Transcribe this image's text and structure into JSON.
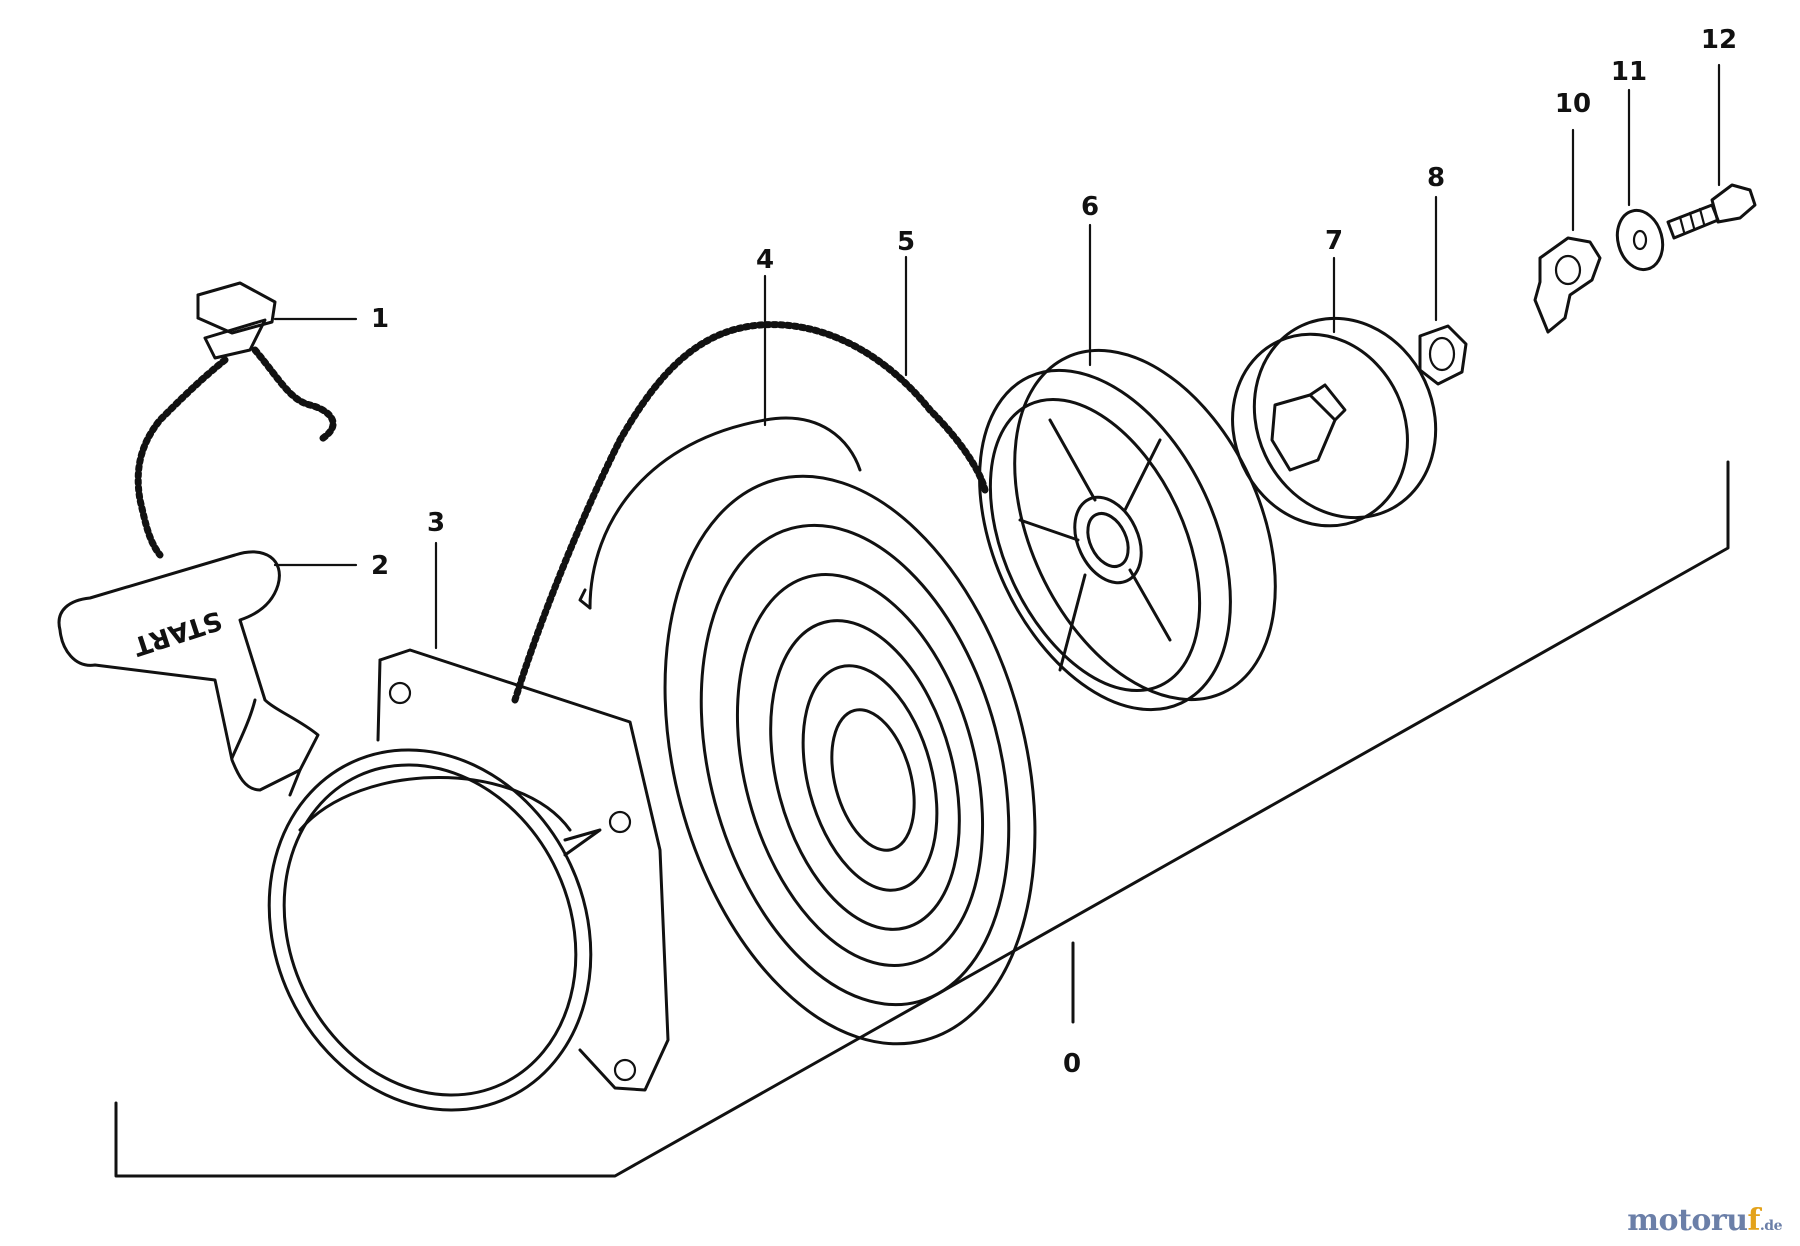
{
  "callouts": {
    "c0": "0",
    "c1": "1",
    "c2": "2",
    "c3": "3",
    "c4": "4",
    "c5": "5",
    "c6": "6",
    "c7": "7",
    "c8": "8",
    "c10": "10",
    "c11": "11",
    "c12": "12"
  },
  "handle_text": "START",
  "watermark": {
    "main": "motoru",
    "accent": "f",
    "suffix": ".de"
  },
  "colors": {
    "line": "#111111",
    "watermark_blue": "#6b7fa8",
    "watermark_orange": "#e3a21b"
  }
}
